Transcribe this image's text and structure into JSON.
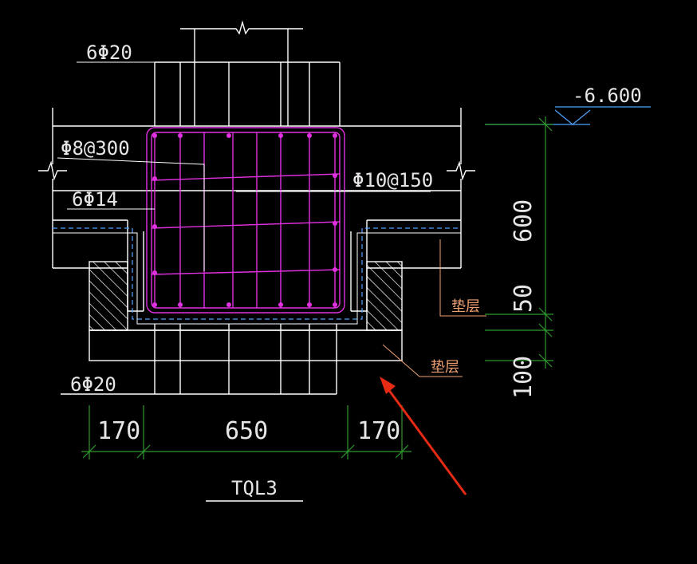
{
  "drawing": {
    "title": "TQL3",
    "elevation": "-6.600",
    "labels": {
      "top_bars": "6Φ20",
      "stirrup": "Φ8@300",
      "side_bars": "6Φ14",
      "tie": "Φ10@150",
      "bottom_bars": "6Φ20",
      "cushion_1": "垫层",
      "cushion_2": "垫层"
    },
    "dims_h": [
      "170",
      "650",
      "170"
    ],
    "dims_v": [
      "600",
      "50",
      "100"
    ]
  },
  "colors": {
    "line": "#ffffff",
    "rebar": "#e030e0",
    "dim": "#2e9a2e",
    "dash": "#4da3ff",
    "leader": "#f0a070",
    "arrow": "#e52b14"
  }
}
